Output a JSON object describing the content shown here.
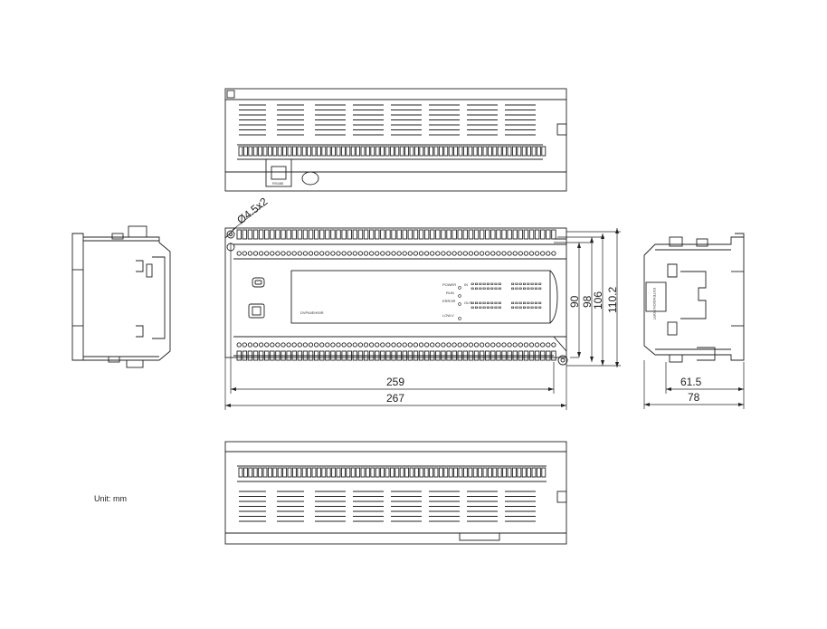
{
  "unit_label": "Unit: mm",
  "dimensions": {
    "hole": "Ø4.5x2",
    "width_mounting": "259",
    "width_total": "267",
    "height_1": "90",
    "height_2": "98",
    "height_3": "106",
    "height_4": "110.2",
    "depth_1": "61.5",
    "depth_2": "78"
  },
  "panel_text": {
    "model": "DVP64EH00R",
    "expansion_port": "EXTENSION PORT",
    "led_power": "POWER",
    "led_run": "RUN",
    "led_error": "ERROR",
    "led_low_v": "LOW.V",
    "led_in": "IN",
    "led_out": "OUT",
    "rs485": "RS485"
  },
  "colors": {
    "line": "#222222",
    "background": "#ffffff"
  }
}
